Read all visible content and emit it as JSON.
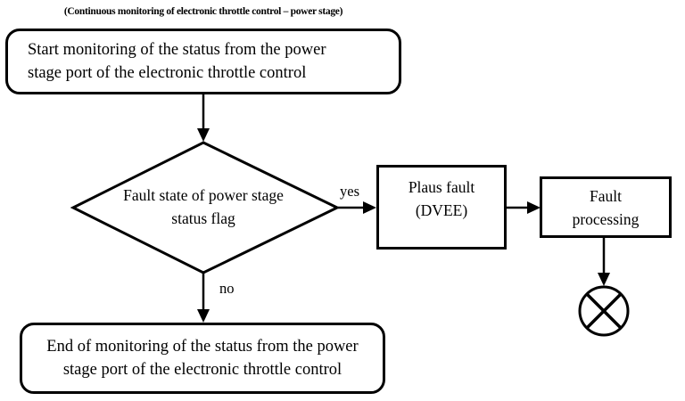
{
  "page": {
    "background": "#ffffff",
    "line_color": "#000000"
  },
  "title": "(Continuous monitoring of electronic throttle control – power stage)",
  "nodes": {
    "start": {
      "shape": "rounded-rectangle",
      "lines": [
        "Start monitoring of the status from the power",
        "stage port of the electronic throttle control"
      ]
    },
    "decision": {
      "shape": "diamond",
      "lines": [
        "Fault state of power stage",
        "status flag"
      ]
    },
    "plaus_fault": {
      "shape": "rectangle",
      "lines": [
        "Plaus fault",
        "(DVEE)"
      ]
    },
    "fault_processing": {
      "shape": "rectangle",
      "lines": [
        "Fault",
        "processing"
      ]
    },
    "end": {
      "shape": "rounded-rectangle",
      "lines": [
        "End of monitoring of the status from the power",
        "stage port of the electronic throttle control"
      ]
    },
    "terminator": {
      "shape": "crossed-circle"
    }
  },
  "edges": {
    "yes_label": "yes",
    "no_label": "no"
  }
}
